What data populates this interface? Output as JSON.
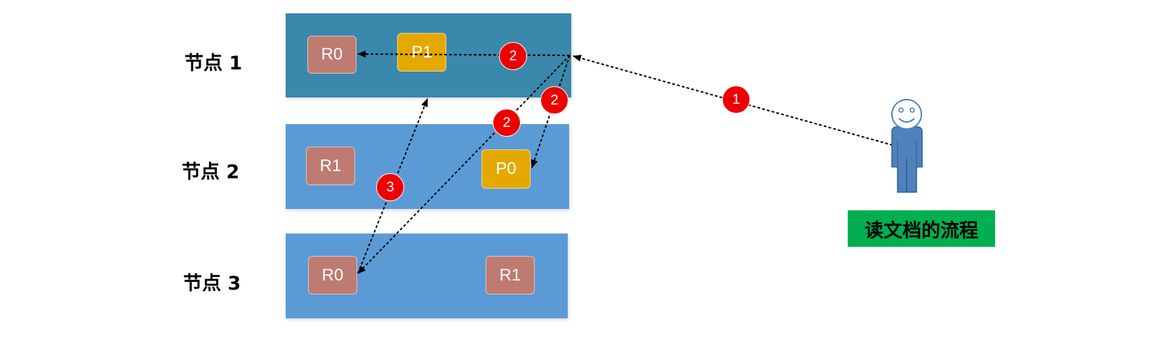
{
  "colors": {
    "node1_bg": "#3a88ab",
    "node_bg": "#5b9bd5",
    "replica": "#bd7b72",
    "primary": "#e5a800",
    "badge": "#ee0000",
    "caption_bg": "#00b050",
    "person": "#4f81bd"
  },
  "nodes": [
    {
      "label": "节点 1"
    },
    {
      "label": "节点 2"
    },
    {
      "label": "节点 3"
    }
  ],
  "shards": {
    "n1_r0": "R0",
    "n1_p1": "P1",
    "n2_r1": "R1",
    "n2_p0": "P0",
    "n3_r0": "R0",
    "n3_r1": "R1"
  },
  "steps": {
    "s1": "1",
    "s2a": "2",
    "s2b": "2",
    "s2c": "2",
    "s3": "3"
  },
  "caption": "读文档的流程",
  "icons": [
    "person-icon",
    "arrowhead-icon"
  ]
}
